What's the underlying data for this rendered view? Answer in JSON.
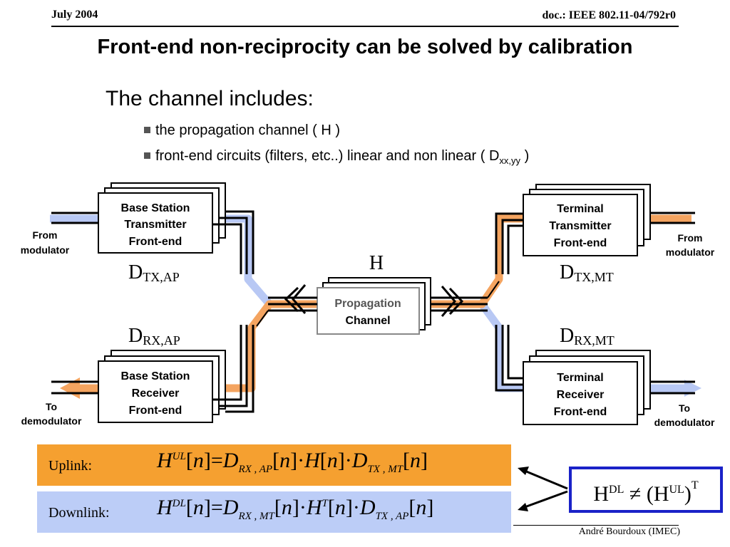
{
  "header": {
    "date": "July 2004",
    "doc": "doc.: IEEE 802.11-04/792r0"
  },
  "title": "Front-end non-reciprocity can be solved by calibration",
  "subtitle": "The channel includes:",
  "bullets": [
    {
      "text": "the propagation channel  ( H )"
    },
    {
      "text_before": "front-end circuits (filters, etc..) linear and non linear ( D",
      "subscript": "xx,yy",
      "text_after": " )"
    }
  ],
  "diagram": {
    "bs_tx": [
      "Base Station",
      "Transmitter",
      "Front-end"
    ],
    "bs_rx": [
      "Base Station",
      "Receiver",
      "Front-end"
    ],
    "mt_tx": [
      "Terminal",
      "Transmitter",
      "Front-end"
    ],
    "mt_rx": [
      "Terminal",
      "Receiver",
      "Front-end"
    ],
    "prop": [
      "Propagation",
      "Channel"
    ],
    "from_mod_left": [
      "From",
      "modulator"
    ],
    "from_mod_right": [
      "From",
      "modulator"
    ],
    "to_demod_left": [
      "To",
      "demodulator"
    ],
    "to_demod_right": [
      "To",
      "demodulator"
    ],
    "h_label": "H",
    "d_tx_ap": {
      "main": "D",
      "sub": "TX,AP"
    },
    "d_rx_ap": {
      "main": "D",
      "sub": "RX,AP"
    },
    "d_tx_mt": {
      "main": "D",
      "sub": "TX,MT"
    },
    "d_rx_mt": {
      "main": "D",
      "sub": "RX,MT"
    },
    "colors": {
      "uplink": "#f4a460",
      "downlink": "#b8c8f4",
      "inequality_border": "#1a22c8"
    }
  },
  "equations": {
    "uplink_label": "Uplink:",
    "uplink_color": "#f5a030",
    "downlink_label": "Downlink:",
    "downlink_color": "#bccdf7",
    "uplink": {
      "lhs": "H",
      "lhs_sup": "UL",
      "d1": "D",
      "d1_sub": "RX , AP",
      "h": "H",
      "h_sup": "",
      "d2": "D",
      "d2_sub": "TX , MT",
      "arg": "n"
    },
    "downlink": {
      "lhs": "H",
      "lhs_sup": "DL",
      "d1": "D",
      "d1_sub": "RX , MT",
      "h": "H",
      "h_sup": "T",
      "d2": "D",
      "d2_sub": "TX , AP",
      "arg": "n"
    }
  },
  "inequality": {
    "left": "H",
    "left_sup": "DL",
    "symbol": "≠",
    "right_open": " (H",
    "right_sup": "UL",
    "right_close": ")",
    "outer_sup": "T"
  },
  "footer": "André Bourdoux (IMEC)"
}
